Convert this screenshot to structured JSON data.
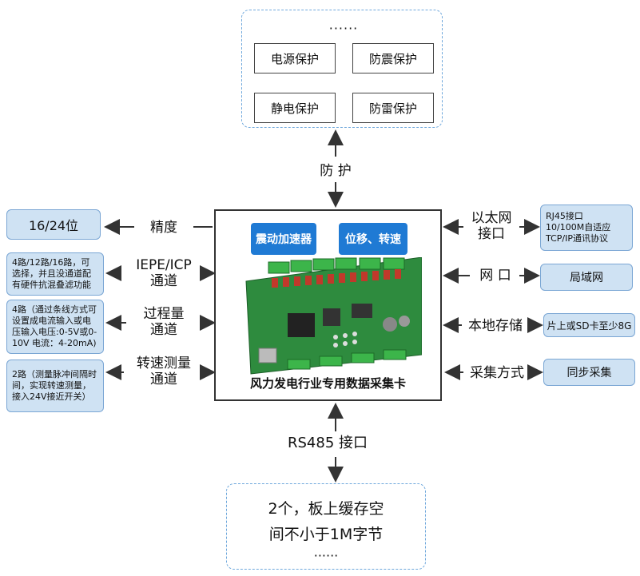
{
  "top": {
    "dots": "······",
    "boxes": [
      "电源保护",
      "防震保护",
      "静电保护",
      "防雷保护"
    ]
  },
  "protect_label": "防 护",
  "center": {
    "chip_left": "震动加速器",
    "chip_right": "位移、转速",
    "caption": "风力发电行业专用数据采集卡"
  },
  "left": [
    {
      "label": "精度",
      "box": "16/24位"
    },
    {
      "label": "IEPE/ICP\n通道",
      "box": "4路/12路/16路，可选择，并且没通道配有硬件抗混叠滤功能"
    },
    {
      "label": "过程量\n通道",
      "box": "4路（通过条线方式可设置成电流输入或电压输入电压:0-5V或0-10V 电流：4-20mA)"
    },
    {
      "label": "转速测量\n通道",
      "box": "2路（测量脉冲间隔时间，实现转速测量，接入24V接近开关）"
    }
  ],
  "right": [
    {
      "label": "以太网\n接口",
      "box": "RJ45接口\n10/100M自适应\nTCP/IP通讯协议"
    },
    {
      "label": "网 口",
      "box": "局域网"
    },
    {
      "label": "本地存储",
      "box": "片上或SD卡至少8G"
    },
    {
      "label": "采集方式",
      "box": "同步采集"
    }
  ],
  "bottom": {
    "label": "RS485 接口",
    "line1": "2个，板上缓存空",
    "line2": "间不小于1M字节",
    "dots": "······"
  }
}
